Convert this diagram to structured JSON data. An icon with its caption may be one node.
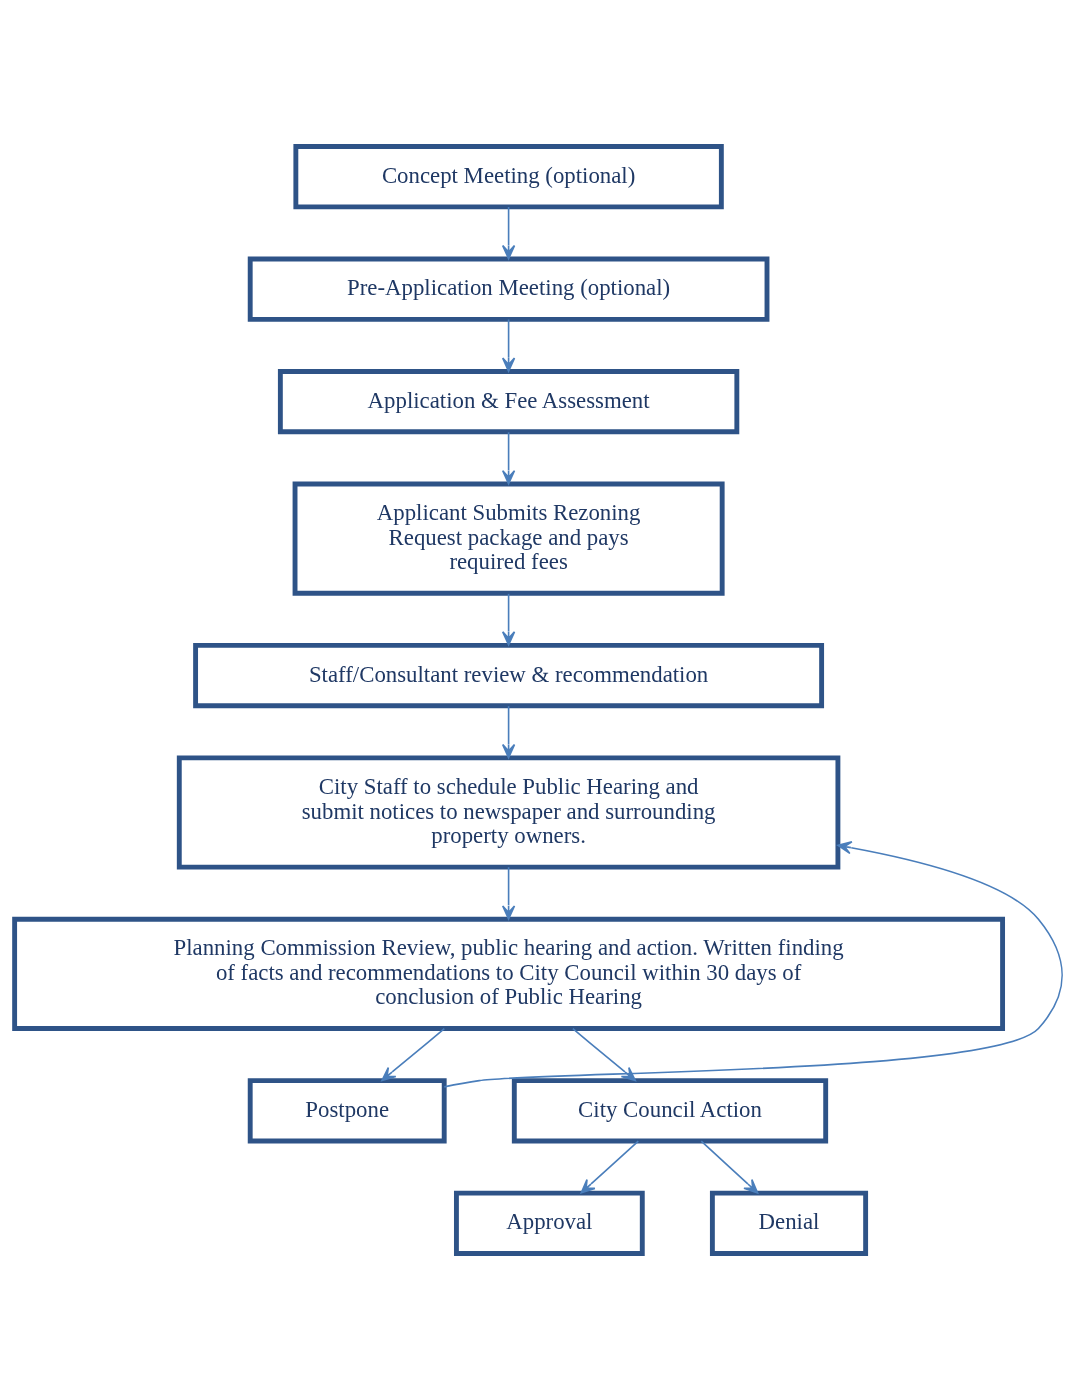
{
  "diagram": {
    "nodes": [
      {
        "text": [
          "Concept Meeting (optional)"
        ]
      },
      {
        "text": [
          "Pre-Application Meeting (optional)"
        ]
      },
      {
        "text": [
          "Application & Fee Assessment"
        ]
      },
      {
        "text": [
          "Applicant Submits Rezoning Request package and pays required fees"
        ]
      },
      {
        "text": [
          "Staff/Consultant review & recommendation"
        ]
      },
      {
        "text": [
          "City Staff to schedule Public Hearing and submit notices to newspaper and surrounding property owners."
        ]
      },
      {
        "text": [
          "Planning Commission Review, public hearing and action. Written finding of facts and recommendations to City Council within 30 days of conclusion of Public Hearing"
        ]
      },
      {
        "text": [
          "Postpone"
        ]
      },
      {
        "text": [
          "City Council Action"
        ]
      },
      {
        "text": [
          "Approval"
        ]
      },
      {
        "text": [
          "Denial"
        ]
      }
    ],
    "edges": [
      {
        "from": 0,
        "to": 1,
        "arrow": "to"
      },
      {
        "from": 1,
        "to": 2,
        "arrow": "to"
      },
      {
        "from": 2,
        "to": 3,
        "arrow": "to"
      },
      {
        "from": 3,
        "to": 4,
        "arrow": "to"
      },
      {
        "from": 4,
        "to": 5,
        "arrow": "to"
      },
      {
        "from": 5,
        "to": 6,
        "arrow": "to"
      },
      {
        "from": 6,
        "to": 7,
        "arrow": "to"
      },
      {
        "from": 6,
        "to": 8,
        "arrow": "to"
      },
      {
        "from": 7,
        "to": 5,
        "arrow": "to"
      },
      {
        "from": 8,
        "to": 9,
        "arrow": "to"
      },
      {
        "from": 8,
        "to": 10,
        "arrow": "to"
      }
    ]
  }
}
